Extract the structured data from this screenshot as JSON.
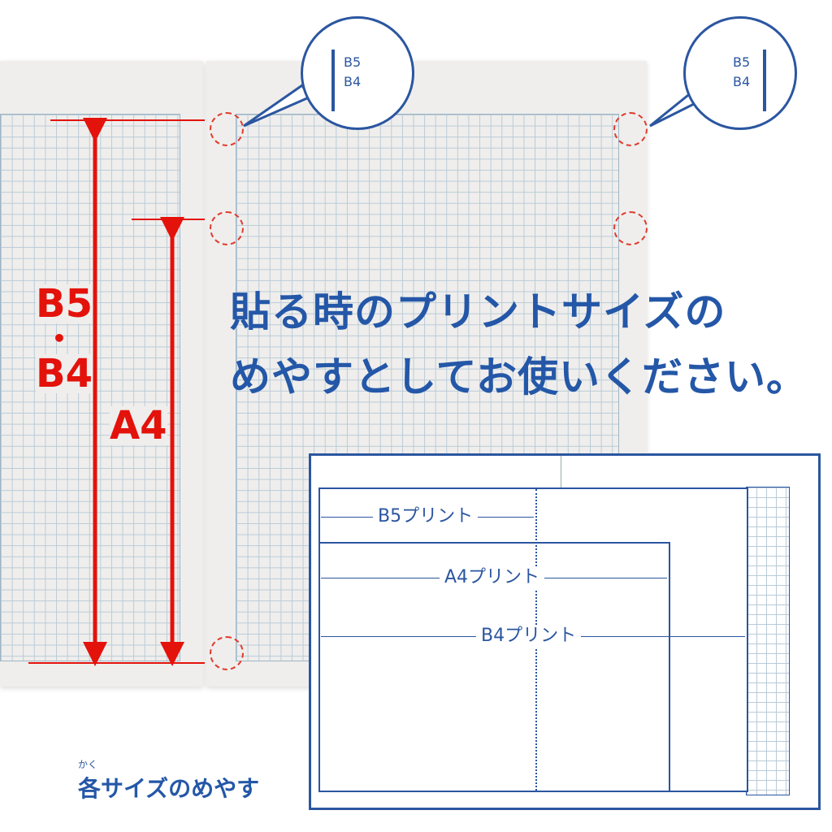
{
  "notebook": {
    "callout_left": {
      "top": "B5",
      "bottom": "B4"
    },
    "callout_right": {
      "top": "B5",
      "bottom": "B4"
    },
    "dimension_labels": {
      "b5": "B5",
      "separator": "•",
      "b4": "B4",
      "a4": "A4"
    }
  },
  "headline": {
    "line1": "貼る時のプリントサイズの",
    "line2": "めやすとしてお使いください。"
  },
  "inset": {
    "title": "各サイズのめやす",
    "title_ruby": "かく",
    "b5_label": "B5プリント",
    "a4_label": "A4プリント",
    "b4_label": "B4プリント"
  },
  "colors": {
    "accent_blue": "#2b56a0",
    "annotation_red": "#e3120b"
  }
}
